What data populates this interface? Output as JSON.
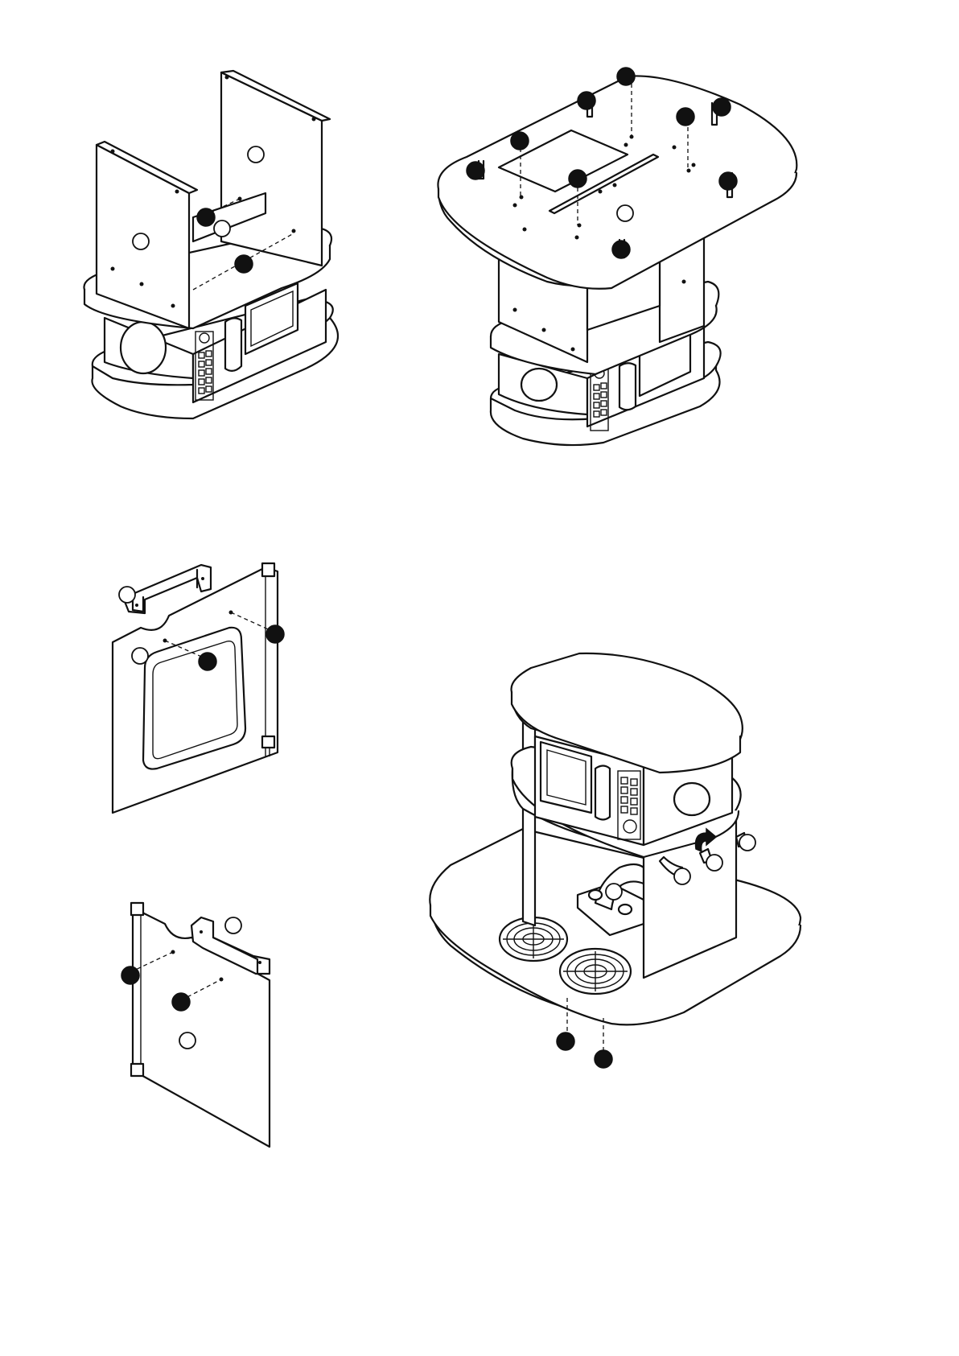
{
  "diagram": {
    "figures": [
      {
        "id": "fig-1",
        "description_free": true
      },
      {
        "id": "fig-2",
        "description_free": true
      },
      {
        "id": "fig-3",
        "description_free": true
      },
      {
        "id": "fig-4",
        "description_free": true
      },
      {
        "id": "fig-5",
        "description_free": true
      }
    ],
    "callouts": {
      "filled": "callout-filled",
      "open": "callout-open"
    },
    "colors": {
      "line": "#111111",
      "background": "#ffffff"
    },
    "icons": [
      "rotate-arrow-icon",
      "burner-grate-icon",
      "keypad-icon",
      "dial-icon",
      "handle-icon",
      "dowel-icon"
    ]
  }
}
